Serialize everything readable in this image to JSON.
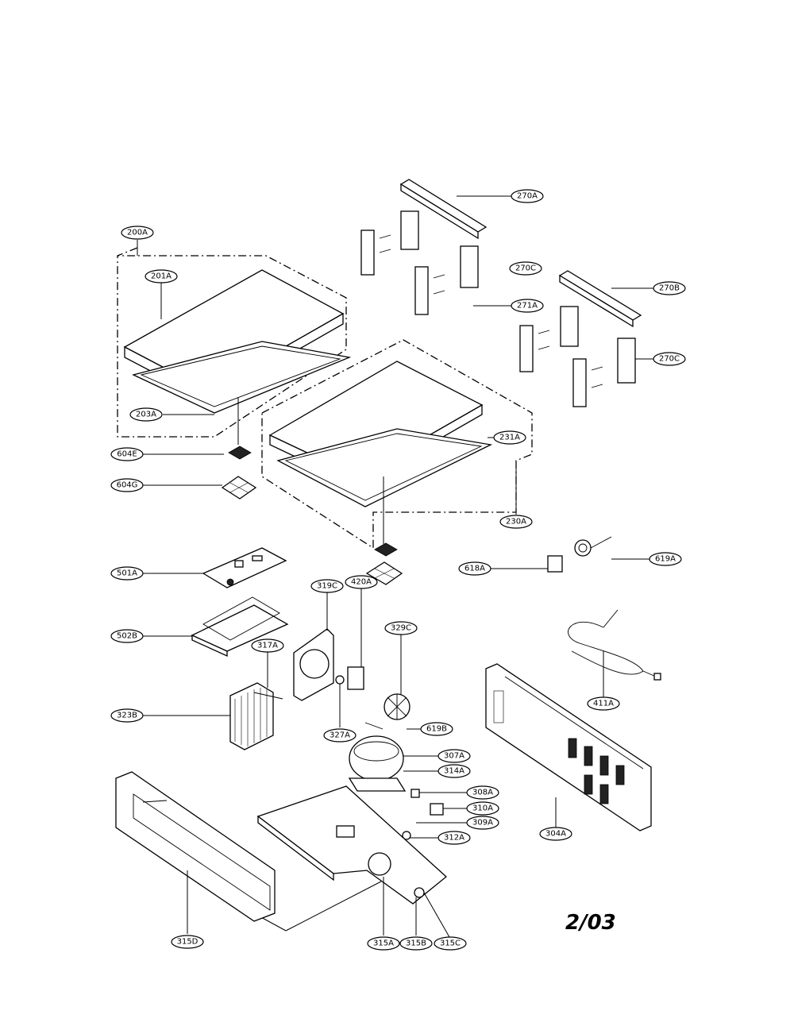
{
  "page_code": "2/03",
  "labels": {
    "l200A": "200A",
    "l201A": "201A",
    "l203A": "203A",
    "l604E": "604E",
    "l604G": "604G",
    "l231A": "231A",
    "l230A": "230A",
    "l270A": "270A",
    "l270C1": "270C",
    "l270B": "270B",
    "l270C2": "270C",
    "l271A": "271A",
    "l501A": "501A",
    "l502B": "502B",
    "l319C": "319C",
    "l420A": "420A",
    "l329C": "329C",
    "l317A": "317A",
    "l323B": "323B",
    "l327A": "327A",
    "l619B": "619B",
    "l307A": "307A",
    "l314A": "314A",
    "l308A": "308A",
    "l310A": "310A",
    "l309A": "309A",
    "l312A": "312A",
    "l618A": "618A",
    "l619A": "619A",
    "l411A": "411A",
    "l304A": "304A",
    "l315D": "315D",
    "l315A": "315A",
    "l315B": "315B",
    "l315C": "315C"
  }
}
